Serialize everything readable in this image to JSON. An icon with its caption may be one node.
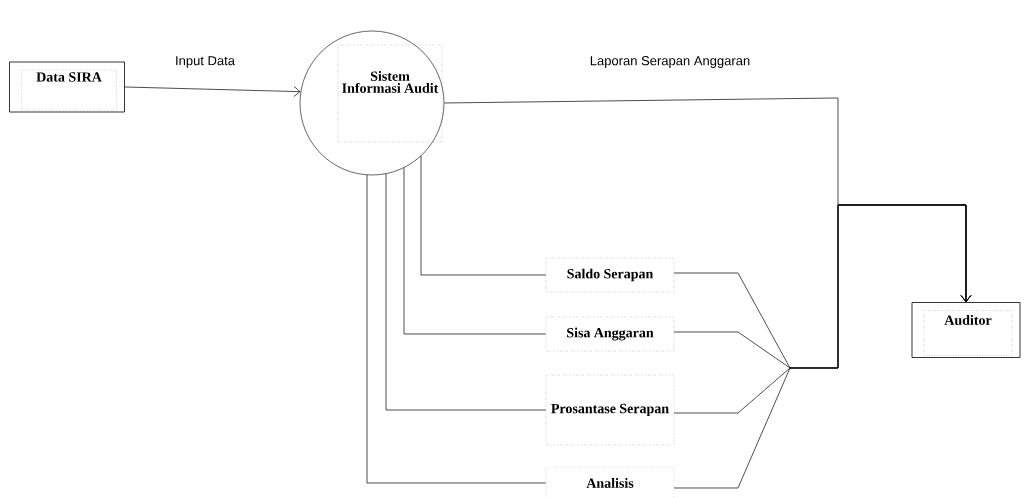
{
  "diagram": {
    "nodes": [
      {
        "text": [
          "Data SIRA"
        ]
      },
      {
        "text": [
          "Sistem Informasi Audit"
        ]
      },
      {
        "text": [
          "Saldo Serapan"
        ]
      },
      {
        "text": [
          "Sisa Anggaran"
        ]
      },
      {
        "text": [
          "Prosantase Serapan"
        ]
      },
      {
        "text": [
          "Analisis"
        ]
      },
      {
        "text": [
          "Auditor"
        ]
      }
    ],
    "edges": [
      {
        "from": 0,
        "to": 1,
        "arrow": "to",
        "label": "Input Data"
      },
      {
        "from": 1,
        "to": 6,
        "arrow": "to",
        "label": "Laporan Serapan Anggaran"
      },
      {
        "from": 1,
        "to": 2,
        "arrow": "none"
      },
      {
        "from": 1,
        "to": 3,
        "arrow": "none"
      },
      {
        "from": 1,
        "to": 4,
        "arrow": "none"
      },
      {
        "from": 1,
        "to": 5,
        "arrow": "none"
      },
      {
        "from": 2,
        "to": 6,
        "arrow": "to"
      },
      {
        "from": 3,
        "to": 6,
        "arrow": "to"
      },
      {
        "from": 4,
        "to": 6,
        "arrow": "to"
      },
      {
        "from": 5,
        "to": 6,
        "arrow": "to"
      }
    ]
  }
}
